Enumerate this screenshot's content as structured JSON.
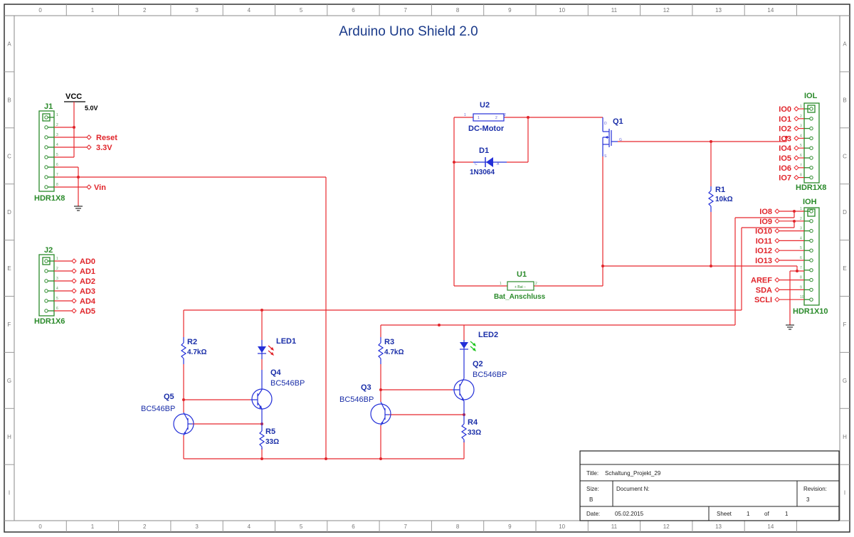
{
  "sheet": {
    "title": "Arduino Uno Shield 2.0",
    "columns": [
      "0",
      "1",
      "2",
      "3",
      "4",
      "5",
      "6",
      "7",
      "8",
      "9",
      "10",
      "11",
      "12",
      "13",
      "14",
      ""
    ],
    "rows": [
      "A",
      "B",
      "C",
      "D",
      "E",
      "F",
      "G",
      "H",
      "I",
      ""
    ]
  },
  "power": {
    "vcc_label": "VCC",
    "vcc_value": "5.0V"
  },
  "headers": {
    "J1": {
      "ref": "J1",
      "type": "HDR1X8",
      "pins": [
        "1",
        "2",
        "3",
        "4",
        "5",
        "6",
        "7",
        "8"
      ],
      "nets": [
        "",
        "",
        "Reset",
        "3.3V",
        "",
        "",
        "",
        "Vin"
      ]
    },
    "J2": {
      "ref": "J2",
      "type": "HDR1X6",
      "pins": [
        "1",
        "2",
        "3",
        "4",
        "5",
        "6"
      ],
      "nets": [
        "AD0",
        "AD1",
        "AD2",
        "AD3",
        "AD4",
        "AD5"
      ]
    },
    "IOL": {
      "ref": "IOL",
      "type": "HDR1X8",
      "pins": [
        "1",
        "2",
        "3",
        "4",
        "5",
        "6",
        "7",
        "8"
      ],
      "nets": [
        "IO0",
        "IO1",
        "IO2",
        "IO3",
        "IO4",
        "IO5",
        "IO6",
        "IO7"
      ]
    },
    "IOH": {
      "ref": "IOH",
      "type": "HDR1X10",
      "pins": [
        "1",
        "2",
        "3",
        "4",
        "5",
        "6",
        "7",
        "8",
        "9",
        "10"
      ],
      "nets": [
        "IO8",
        "IO9",
        "IO10",
        "IO11",
        "IO12",
        "IO13",
        "",
        "AREF",
        "SDA",
        "SCLI"
      ]
    }
  },
  "components": {
    "U2": {
      "ref": "U2",
      "value": "DC-Motor",
      "pin1": "1",
      "pin2": "2"
    },
    "D1": {
      "ref": "D1",
      "value": "1N3064",
      "cathode": "C",
      "anode": "A"
    },
    "Q1": {
      "ref": "Q1",
      "pin_d": "D",
      "pin_g": "G",
      "pin_s": "S"
    },
    "R1": {
      "ref": "R1",
      "value": "10kΩ"
    },
    "U1": {
      "ref": "U1",
      "value": "Bat_Anschluss",
      "body": "+ Bat −",
      "pin1": "1",
      "pin2": "2"
    },
    "R2": {
      "ref": "R2",
      "value": "4.7kΩ"
    },
    "R3": {
      "ref": "R3",
      "value": "4.7kΩ"
    },
    "R4": {
      "ref": "R4",
      "value": "33Ω"
    },
    "R5": {
      "ref": "R5",
      "value": "33Ω"
    },
    "LED1": {
      "ref": "LED1",
      "color": "#e0242a"
    },
    "LED2": {
      "ref": "LED2",
      "color": "#1bc41b"
    },
    "Q2": {
      "ref": "Q2",
      "value": "BC546BP"
    },
    "Q3": {
      "ref": "Q3",
      "value": "BC546BP"
    },
    "Q4": {
      "ref": "Q4",
      "value": "BC546BP"
    },
    "Q5": {
      "ref": "Q5",
      "value": "BC546BP"
    }
  },
  "title_block": {
    "title_label": "Title:",
    "title_value": "Schaltung_Projekt_29",
    "size_label": "Size:",
    "size_value": "B",
    "document_label": "Document N:",
    "revision_label": "Revision:",
    "revision_value": "3",
    "date_label": "Date:",
    "date_value": "05.02.2015",
    "sheet_label": "Sheet",
    "sheet_value": "1",
    "of_label": "of",
    "of_value": "1"
  },
  "colors": {
    "wire": "#e8282d",
    "component": "#2430d8",
    "header": "#2a8a2a",
    "title": "#1a3a8a"
  }
}
